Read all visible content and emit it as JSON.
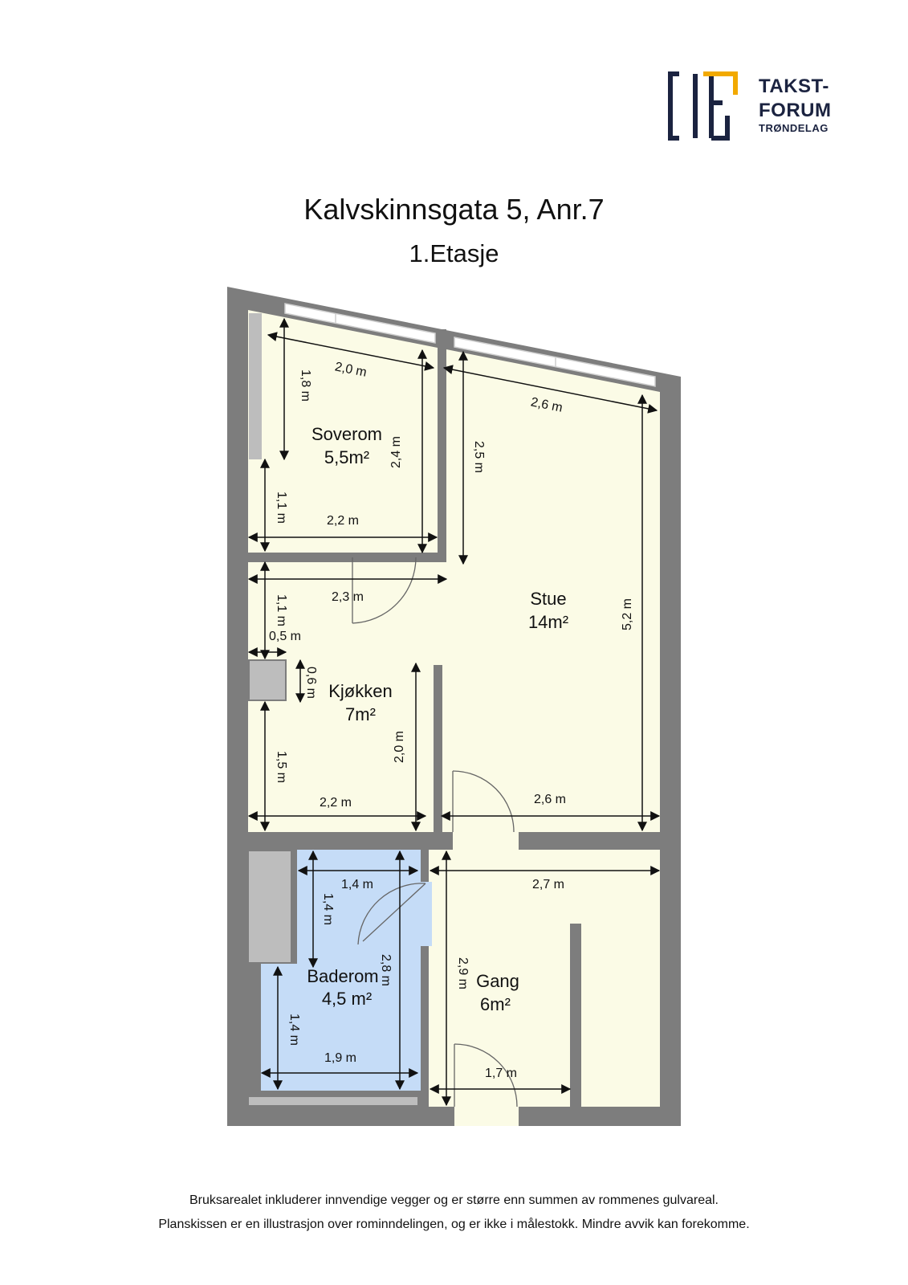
{
  "logo": {
    "line1": "TAKST-",
    "line2": "FORUM",
    "line3": "TRØNDELAG",
    "brand_color": "#1b2340",
    "accent_color": "#f2a900"
  },
  "title": "Kalvskinnsgata 5, Anr.7",
  "subtitle": "1.Etasje",
  "colors": {
    "wall": "#7d7d7d",
    "floor": "#fbfbe6",
    "bathroom": "#c5dcf7",
    "fixture": "#bdbdbd",
    "window": "#ffffff"
  },
  "rooms": {
    "soverom": {
      "name": "Soverom",
      "area": "5,5m²"
    },
    "stue": {
      "name": "Stue",
      "area": "14m²"
    },
    "kjokken": {
      "name": "Kjøkken",
      "area": "7m²"
    },
    "baderom": {
      "name": "Baderom",
      "area": "4,5 m²"
    },
    "gang": {
      "name": "Gang",
      "area": "6m²"
    }
  },
  "dimensions": {
    "soverom_width_top": "2,0 m",
    "soverom_height_left": "1,8 m",
    "soverom_height_right": "2,4 m",
    "soverom_lower_height": "1,1 m",
    "soverom_width_bottom": "2,2 m",
    "stue_width_top": "2,6 m",
    "stue_height_left": "2,5 m",
    "stue_height_right": "5,2 m",
    "stue_width_bottom": "2,6 m",
    "kjokken_width_top": "2,3 m",
    "kjokken_upper_height": "1,1 m",
    "kjokken_niche_width": "0,5 m",
    "kjokken_niche_height": "0,6 m",
    "kjokken_lower_height": "1,5 m",
    "kjokken_height_right": "2,0 m",
    "kjokken_width_bottom": "2,2 m",
    "baderom_width_top": "1,4 m",
    "baderom_upper_height": "1,4 m",
    "baderom_height_right": "2,8 m",
    "baderom_lower_height": "1,4 m",
    "baderom_width_bottom": "1,9 m",
    "gang_width_top": "2,7 m",
    "gang_height_left": "2,9 m",
    "gang_width_bottom": "1,7 m"
  },
  "footer": {
    "line1": "Bruksarealet inkluderer innvendige vegger og er større enn summen av rommenes gulvareal.",
    "line2": "Planskissen er en illustrasjon over rominndelingen, og er ikke i målestokk. Mindre avvik kan forekomme."
  }
}
